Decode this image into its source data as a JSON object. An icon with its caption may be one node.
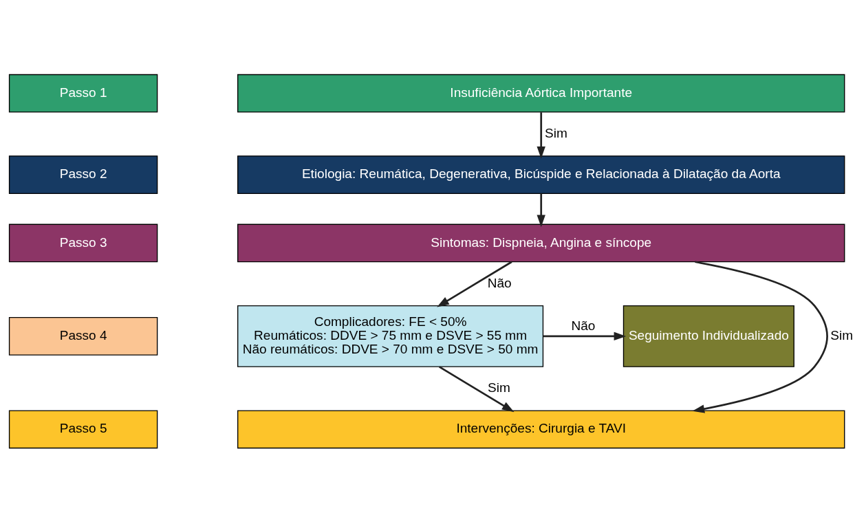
{
  "diagram": {
    "nodes": [
      {
        "text": [
          "Passo 1"
        ]
      },
      {
        "text": [
          "Insuficiência Aórtica Importante"
        ]
      },
      {
        "text": [
          "Passo 2"
        ]
      },
      {
        "text": [
          "Etiologia: Reumática, Degenerativa, Bicúspide e Relacionada à Dilatação da Aorta"
        ]
      },
      {
        "text": [
          "Passo 3"
        ]
      },
      {
        "text": [
          "Sintomas: Dispneia, Angina e síncope"
        ]
      },
      {
        "text": [
          "Passo 4"
        ]
      },
      {
        "text": [
          "Complicadores: FE < 50%",
          "Reumáticos: DDVE > 75 mm e DSVE > 55 mm",
          "Não reumáticos: DDVE > 70 mm e DSVE > 50 mm"
        ]
      },
      {
        "text": [
          "Seguimento Individualizado"
        ]
      },
      {
        "text": [
          "Passo 5"
        ]
      },
      {
        "text": [
          "Intervenções: Cirurgia e TAVI"
        ]
      }
    ],
    "edges": [
      {
        "from": 1,
        "to": 3,
        "arrow": "to",
        "label": "Sim"
      },
      {
        "from": 3,
        "to": 5,
        "arrow": "to"
      },
      {
        "from": 5,
        "to": 7,
        "arrow": "to",
        "label": "Não"
      },
      {
        "from": 7,
        "to": 8,
        "arrow": "to",
        "label": "Não"
      },
      {
        "from": 7,
        "to": 10,
        "arrow": "to",
        "label": "Sim"
      },
      {
        "from": 5,
        "to": 10,
        "arrow": "to",
        "label": "Sim"
      }
    ]
  }
}
